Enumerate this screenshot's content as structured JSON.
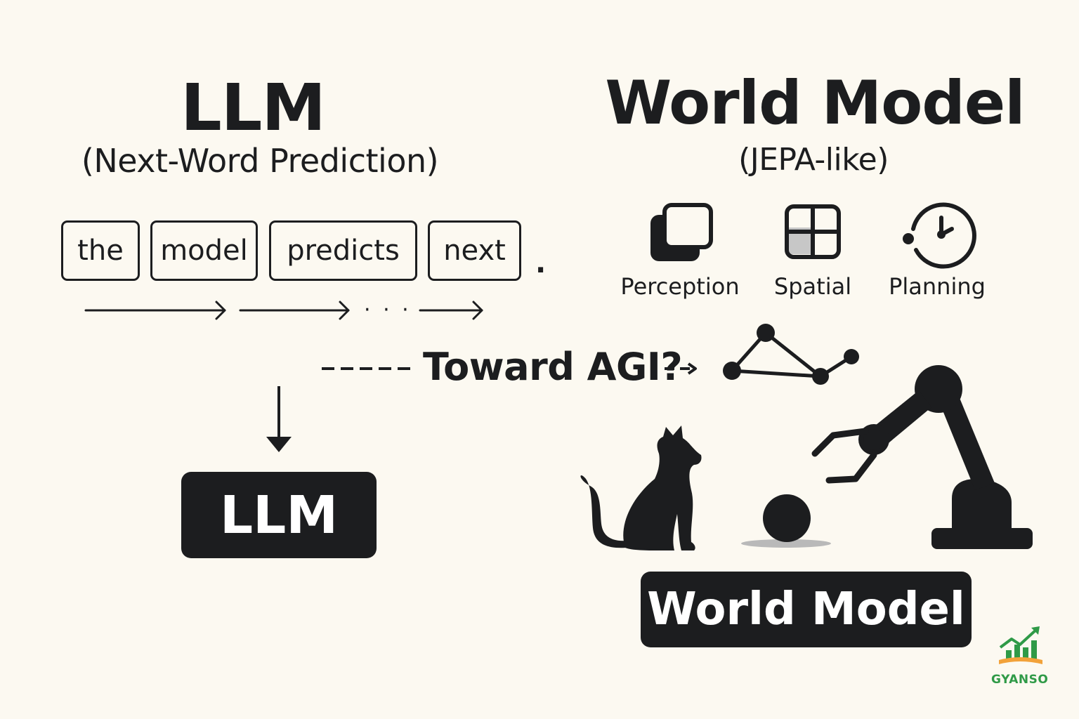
{
  "llm": {
    "title": "LLM",
    "subtitle": "(Next-Word Prediction)",
    "tokens": [
      "the",
      "model",
      "predicts",
      "next"
    ],
    "ellipsis": "· · ·",
    "period": ".",
    "box_label": "LLM"
  },
  "world_model": {
    "title": "World Model",
    "subtitle": "(JEPA-like)",
    "features": [
      {
        "label": "Perception",
        "icon": "layers-icon"
      },
      {
        "label": "Spatial",
        "icon": "grid-icon"
      },
      {
        "label": "Planning",
        "icon": "clock-icon"
      }
    ],
    "box_label": "World Model"
  },
  "bridge": {
    "label": "Toward AGI?"
  },
  "logo": {
    "text": "GYANSO",
    "colors": {
      "green": "#2f9a47",
      "orange": "#f2a23a"
    }
  },
  "colors": {
    "ink": "#1c1d1f",
    "background": "#fcf9f1"
  }
}
